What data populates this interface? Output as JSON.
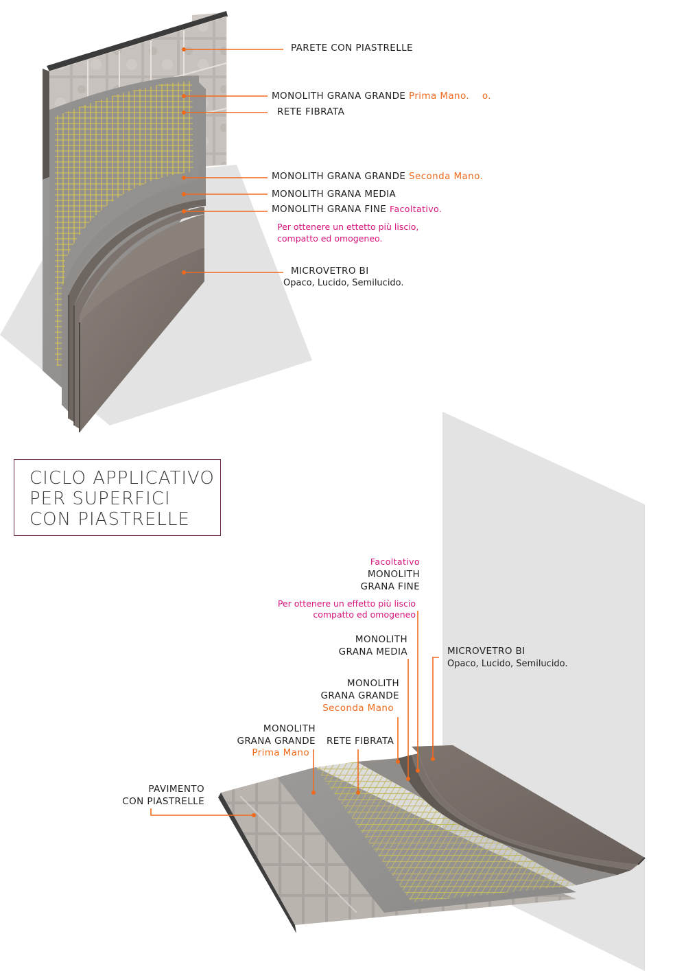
{
  "title": [
    "CICLO APPLICATIVO",
    "PER SUPERFICI",
    "CON PIASTRELLE"
  ],
  "colors": {
    "leader": "#ef6a1c",
    "accent_orange": "#ef6a1c",
    "accent_pink": "#d6137b",
    "title_border": "#6b2a4a"
  },
  "wall": {
    "parete": "PARETE CON PIASTRELLE",
    "grana_grande_1": "MONOLITH GRANA GRANDE",
    "prima_mano": "Prima Mano.",
    "stray_fragment": "o.",
    "rete": "RETE FIBRATA",
    "grana_grande_2": "MONOLITH GRANA GRANDE",
    "seconda_mano": "Seconda Mano.",
    "grana_media": "MONOLITH GRANA MEDIA",
    "grana_fine": "MONOLITH GRANA FINE",
    "facoltativo": "Facoltativo.",
    "note_1": "Per ottenere un ettetto più liscio,",
    "note_2": "compatto ed omogeneo.",
    "microvetro": "MICROVETRO BI",
    "finiture": "Opaco, Lucido, Semilucido."
  },
  "floor": {
    "facoltativo": "Facoltativo",
    "fine_1": "MONOLITH",
    "fine_2": "GRANA FINE",
    "note_1": "Per ottenere un effetto più liscio",
    "note_2": "compatto ed omogeneo",
    "media_1": "MONOLITH",
    "media_2": "GRANA MEDIA",
    "microvetro": "MICROVETRO BI",
    "finiture": "Opaco, Lucido, Semilucido.",
    "grande2_1": "MONOLITH",
    "grande2_2": "GRANA GRANDE",
    "seconda_mano": "Seconda Mano",
    "grande1_1": "MONOLITH",
    "grande1_2": "GRANA GRANDE",
    "prima_mano": "Prima Mano",
    "rete": "RETE FIBRATA",
    "pavimento_1": "PAVIMENTO",
    "pavimento_2": "CON PIASTRELLE"
  }
}
